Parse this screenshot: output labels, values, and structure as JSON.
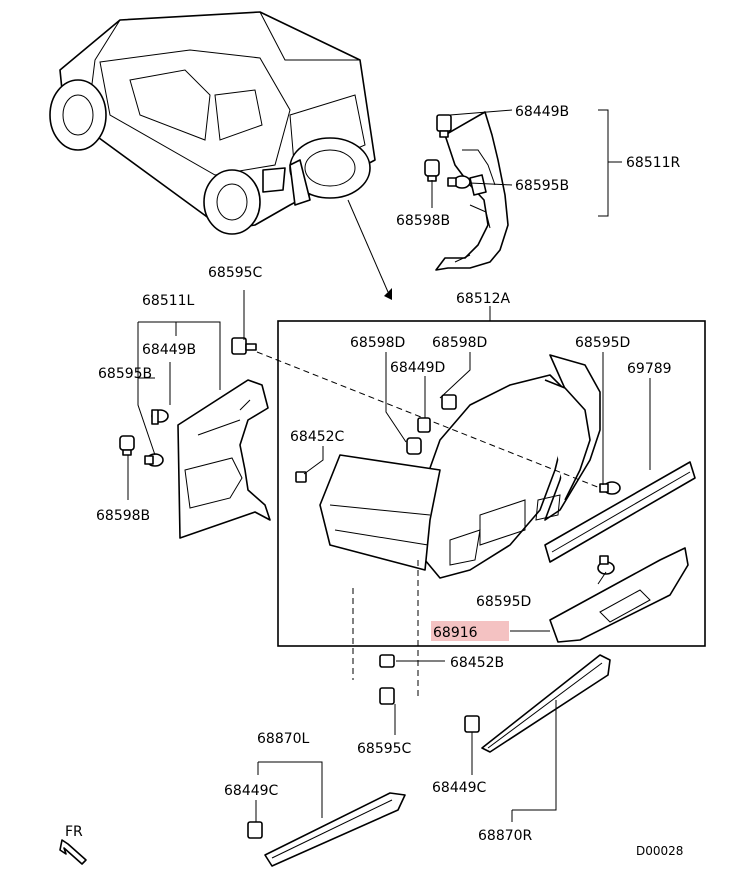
{
  "labels": {
    "p68449B_top": "68449B",
    "p68511R": "68511R",
    "p68595B_top": "68595B",
    "p68598B_top": "68598B",
    "p68595C_top": "68595C",
    "p68511L": "68511L",
    "p68449B_left": "68449B",
    "p68595B_left": "68595B",
    "p68598B_left": "68598B",
    "p68512A": "68512A",
    "p68598D_1": "68598D",
    "p68598D_2": "68598D",
    "p68449D": "68449D",
    "p68595D_top": "68595D",
    "p69789": "69789",
    "p68452C": "68452C",
    "p68595D_bot": "68595D",
    "p68916": "68916",
    "p68452B": "68452B",
    "p68595C_bot": "68595C",
    "p68870L": "68870L",
    "p68449C_left": "68449C",
    "p68449C_right": "68449C",
    "p68870R": "68870R",
    "direction": "FR",
    "code": "D00028"
  },
  "colors": {
    "highlight": "#f4c2c2",
    "line": "#000000",
    "background": "#ffffff"
  },
  "highlighted_part": "68916"
}
